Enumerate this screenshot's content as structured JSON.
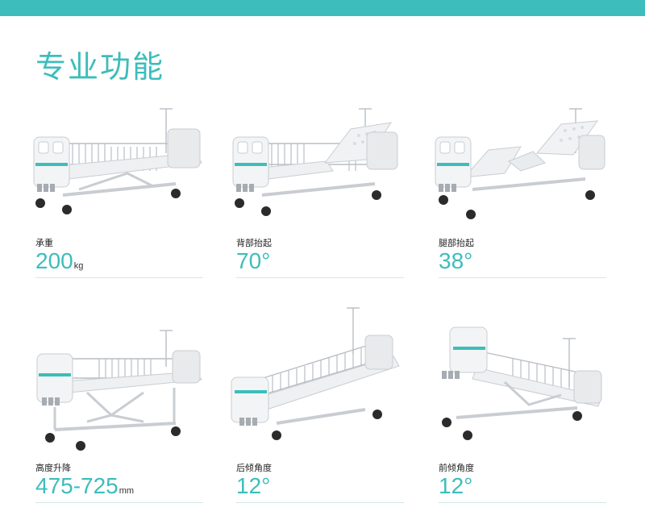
{
  "page": {
    "title": "专业功能",
    "accent_color": "#3dbdbb"
  },
  "features": [
    {
      "label": "承重",
      "value": "200",
      "unit": "kg",
      "icon": "hospital-bed-flat-icon"
    },
    {
      "label": "背部抬起",
      "value": "70°",
      "unit": "",
      "icon": "hospital-bed-back-raised-icon"
    },
    {
      "label": "腿部抬起",
      "value": "38°",
      "unit": "",
      "icon": "hospital-bed-leg-raised-icon"
    },
    {
      "label": "高度升降",
      "value": "475-725",
      "unit": "mm",
      "icon": "hospital-bed-height-lift-icon"
    },
    {
      "label": "后倾角度",
      "value": "12°",
      "unit": "",
      "icon": "hospital-bed-reverse-tilt-icon"
    },
    {
      "label": "前倾角度",
      "value": "12°",
      "unit": "",
      "icon": "hospital-bed-forward-tilt-icon"
    }
  ]
}
